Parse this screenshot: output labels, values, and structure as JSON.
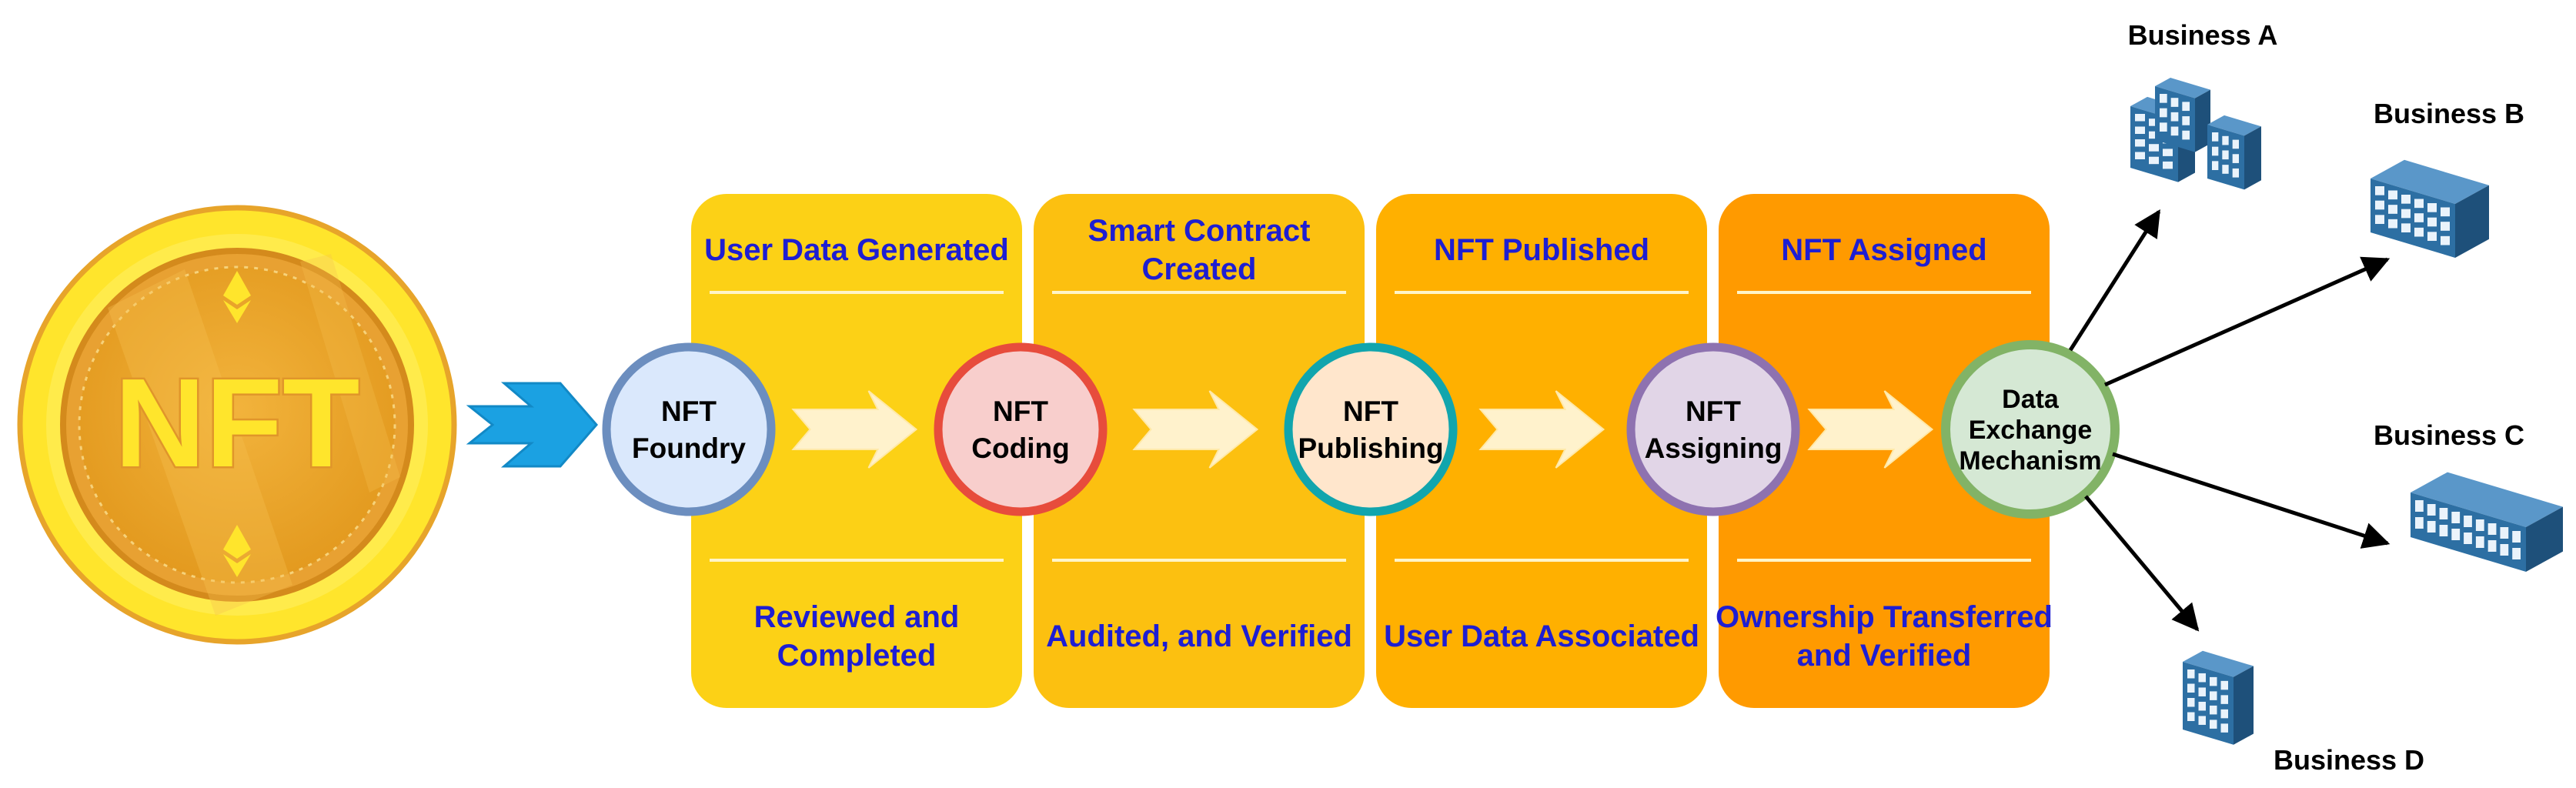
{
  "coin": {
    "label": "NFT"
  },
  "stages": [
    {
      "top": "User Data Generated",
      "node": [
        "NFT",
        "Foundry"
      ],
      "bottom": [
        "Reviewed and",
        "Completed"
      ],
      "panel_color": "#FCD116",
      "node_fill": "#DAE8FC",
      "node_stroke": "#6C8EBF"
    },
    {
      "top": [
        "Smart Contract",
        "Created"
      ],
      "node": [
        "NFT",
        "Coding"
      ],
      "bottom": "Audited, and Verified",
      "panel_color": "#FCC010",
      "node_fill": "#F8CECC",
      "node_stroke": "#E74C3C"
    },
    {
      "top": "NFT Published",
      "node": [
        "NFT",
        "Publishing"
      ],
      "bottom": "User Data Associated",
      "panel_color": "#FFB000",
      "node_fill": "#FFE6CC",
      "node_stroke": "#11A5AD"
    },
    {
      "top": "NFT Assigned",
      "node": [
        "NFT",
        "Assigning"
      ],
      "bottom": [
        "Ownership Transferred",
        "and Verified"
      ],
      "panel_color": "#FF9A00",
      "node_fill": "#E1D5E7",
      "node_stroke": "#8E72B0"
    }
  ],
  "exchange": {
    "label": [
      "Data",
      "Exchange",
      "Mechanism"
    ],
    "fill": "#D5E8D4",
    "stroke": "#82B366"
  },
  "businesses": [
    "Business A",
    "Business B",
    "Business C",
    "Business D"
  ],
  "colors": {
    "stage_text": "#1E1ED2",
    "arrow_blue": "#1BA1E2",
    "chevron": "#FFF2CC",
    "building": "#2D6FA3"
  }
}
